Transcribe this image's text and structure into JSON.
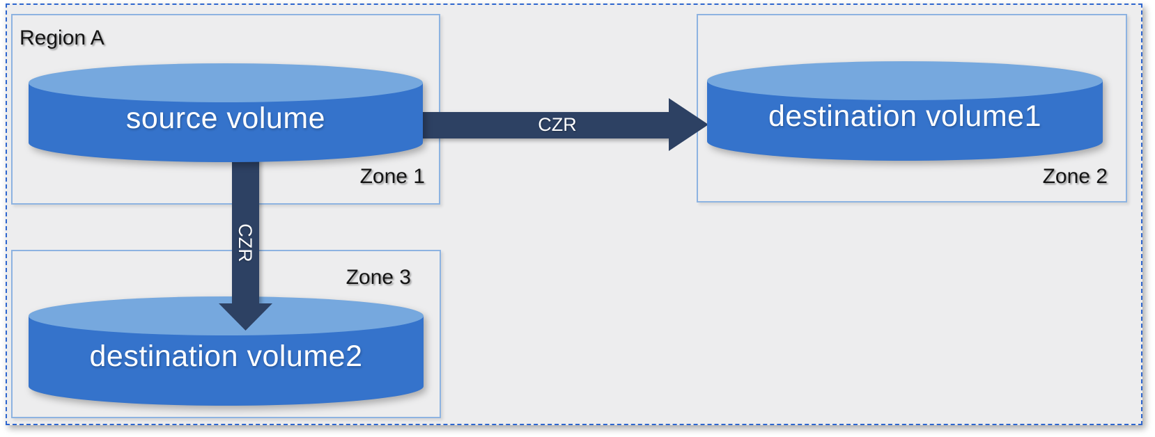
{
  "diagram": {
    "title_note": "cross-zone replication diagram",
    "region": {
      "label": "Region A"
    },
    "zones": [
      {
        "id": "zone1",
        "label": "Zone 1"
      },
      {
        "id": "zone2",
        "label": "Zone 2"
      },
      {
        "id": "zone3",
        "label": "Zone 3"
      }
    ],
    "volumes": [
      {
        "id": "source",
        "label": "source volume",
        "zone": "Zone 1"
      },
      {
        "id": "dest1",
        "label": "destination volume1",
        "zone": "Zone 2"
      },
      {
        "id": "dest2",
        "label": "destination volume2",
        "zone": "Zone 3"
      }
    ],
    "arrows": [
      {
        "id": "czr-horizontal",
        "label": "CZR",
        "direction": "right",
        "from": "source volume",
        "to": "destination volume1"
      },
      {
        "id": "czr-vertical",
        "label": "CZR",
        "direction": "down",
        "from": "source volume",
        "to": "destination volume2"
      }
    ],
    "colors": {
      "canvas_background": "#ededee",
      "outer_dashed_border": "#2e66cf",
      "zone_border": "#8db3e1",
      "cylinder_body": "#3573cb",
      "cylinder_top": "#76a8de",
      "arrow": "#2d4163",
      "label_text": "#141414",
      "cylinder_text": "#ffffff"
    }
  }
}
